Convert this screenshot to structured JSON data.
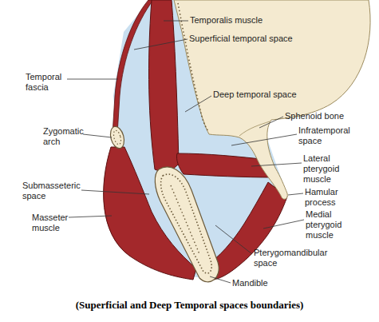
{
  "diagram": {
    "caption": "(Superficial and Deep Temporal spaces boundaries)",
    "labels": [
      "Temporalis muscle",
      "Superficial temporal space",
      "Deep temporal space",
      "Temporal fascia",
      "Sphenoid bone",
      "Infratemporal space",
      "Zygomatic arch",
      "Lateral pterygoid muscle",
      "Submasseteric space",
      "Hamular process",
      "Masseter muscle",
      "Medial pterygoid muscle",
      "Pterygomandibular space",
      "Mandible"
    ]
  }
}
